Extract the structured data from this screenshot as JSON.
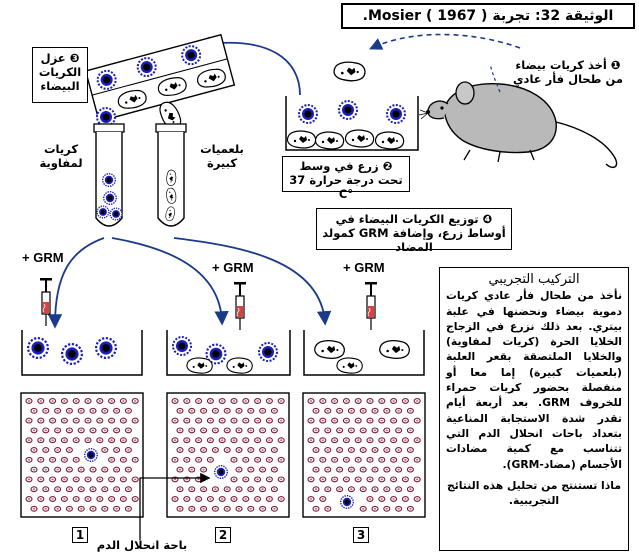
{
  "header": {
    "title": "الوثيقة 32: تجربة  Mosier  ( 1967 )."
  },
  "steps": {
    "s1": "أخذ كريات بيضاء من طحال فأر عادي",
    "s2": "زرع في وسط تحت درجة حرارة 37 °C",
    "s3": "عزل الكريات البيضاء",
    "s4": "توزيع الكريات البيضاء في أوساط زرع، وإضافة GRM كمولد المضاد"
  },
  "tubes": {
    "left_label": "كريات لمفاوية",
    "right_label": "بلعميات كبيرة"
  },
  "grm_label": "+ GRM",
  "numbers": [
    "1",
    "2",
    "3"
  ],
  "hemolysis_label": "باحة انحلال الدم",
  "explanation": {
    "title": "التركيب التجريبي",
    "body": "نأخذ من طحال فأر عادي كريات دموية بيضاء ونحضنها في علبة بيتري. بعد ذلك نزرع في الزجاج الخلايا الحرة (كريات لمفاوية) والخلايا الملتصقة بقعر العلبة (بلعميات كبيرة) إما معا أو منفصلة بحضور كريات حمراء للخروف GRM. بعد أربعة أيام تقدر شدة الاستجابة المناعية بتعداد باحات انحلال الدم التي تتناسب مع كمية مضادات الأجسام (مضاد-GRM).",
    "question": "ماذا تستنتج من تحليل هذه النتائج التجريبية."
  },
  "colors": {
    "cell_blue": "#1a1fb8",
    "ink": "#000000",
    "syringe_red": "#d42020"
  }
}
